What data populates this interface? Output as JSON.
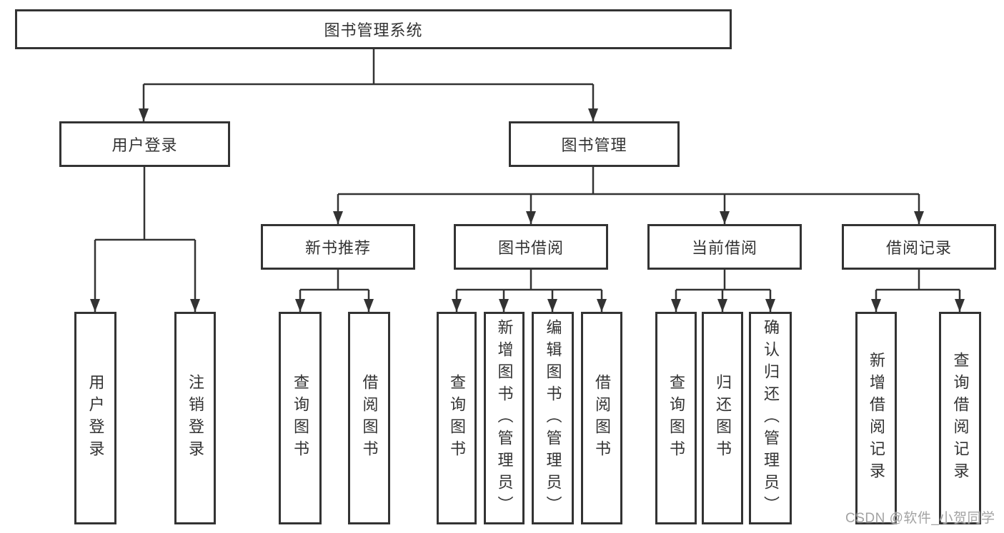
{
  "diagram": {
    "title": "图书管理系统",
    "watermark": "CSDN @软件_小贺同学",
    "nodes": {
      "root": {
        "label": "图书管理系统"
      },
      "level2": [
        {
          "label": "用户登录",
          "children": [
            "用户登录",
            "注销登录"
          ]
        },
        {
          "label": "图书管理",
          "children": [
            "新书推荐",
            "图书借阅",
            "当前借阅",
            "借阅记录"
          ]
        }
      ],
      "level3": [
        {
          "label": "新书推荐",
          "parent": "图书管理",
          "children": [
            "查询图书",
            "借阅图书"
          ]
        },
        {
          "label": "图书借阅",
          "parent": "图书管理",
          "children": [
            "查询图书",
            "新增图书（管理员）",
            "编辑图书（管理员）",
            "借阅图书"
          ]
        },
        {
          "label": "当前借阅",
          "parent": "图书管理",
          "children": [
            "查询图书",
            "归还图书",
            "确认归还（管理员）"
          ]
        },
        {
          "label": "借阅记录",
          "parent": "图书管理",
          "children": [
            "新增借阅记录",
            "查询借阅记录"
          ]
        }
      ],
      "leaves": [
        {
          "label": "用户登录",
          "parent": "用户登录"
        },
        {
          "label": "注销登录",
          "parent": "用户登录"
        },
        {
          "label": "查询图书",
          "parent": "新书推荐"
        },
        {
          "label": "借阅图书",
          "parent": "新书推荐"
        },
        {
          "label": "查询图书",
          "parent": "图书借阅"
        },
        {
          "label": "新增图书（管理员）",
          "parent": "图书借阅"
        },
        {
          "label": "编辑图书（管理员）",
          "parent": "图书借阅"
        },
        {
          "label": "借阅图书",
          "parent": "图书借阅"
        },
        {
          "label": "查询图书",
          "parent": "当前借阅"
        },
        {
          "label": "归还图书",
          "parent": "当前借阅"
        },
        {
          "label": "确认归还（管理员）",
          "parent": "当前借阅"
        },
        {
          "label": "新增借阅记录",
          "parent": "借阅记录"
        },
        {
          "label": "查询借阅记录",
          "parent": "借阅记录"
        }
      ]
    },
    "colors": {
      "border": "#333333",
      "line": "#333333",
      "text": "#333333",
      "watermark": "#a3a3a3",
      "background": "#ffffff"
    }
  }
}
